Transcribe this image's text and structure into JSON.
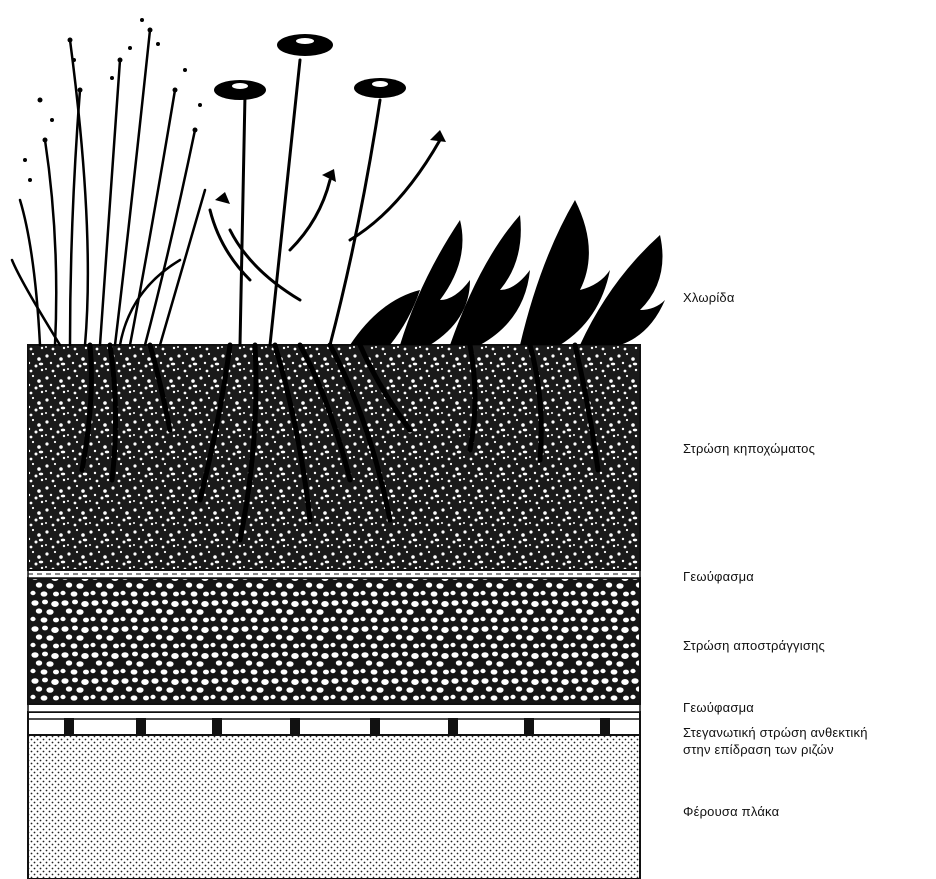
{
  "labels": {
    "flora": "Χλωρίδα",
    "soil_layer": "Στρώση κηποχώματος",
    "geotextile_top": "Γεωύφασμα",
    "drainage_layer": "Στρώση αποστράγγισης",
    "geotextile_bottom": "Γεωύφασμα",
    "waterproof_line1": "Στεγανωτική στρώση ανθεκτική",
    "waterproof_line2": "στην επίδραση των ριζών",
    "structural_slab": "Φέρουσα πλάκα"
  },
  "colors": {
    "ink": "#111111",
    "paper": "#ffffff"
  }
}
